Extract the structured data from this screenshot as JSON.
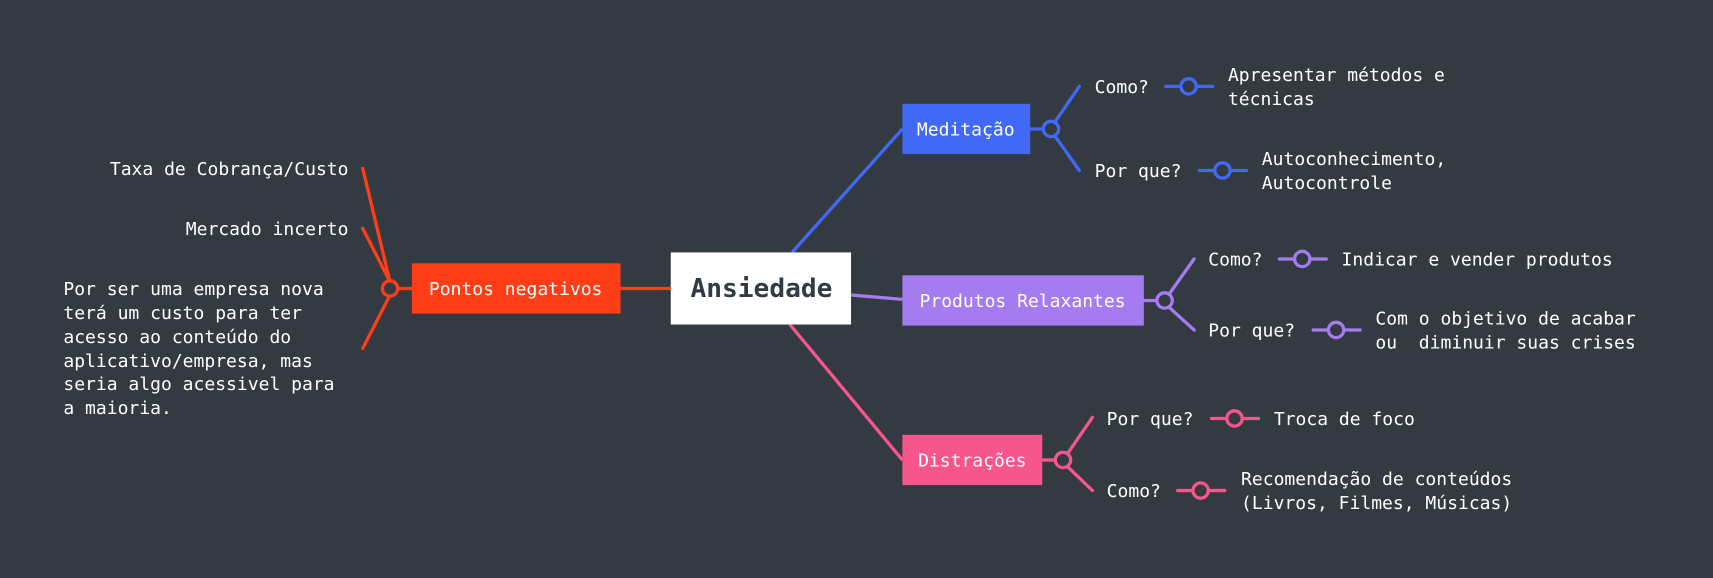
{
  "central": {
    "label": "Ansiedade",
    "bg": "#ffffff",
    "text_color": "#343a42"
  },
  "background": "#343a42",
  "branches": {
    "negativos": {
      "label": "Pontos negativos",
      "color": "#ff3e17",
      "items": [
        {
          "text": "Taxa de Cobrança/Custo"
        },
        {
          "text": "Mercado incerto"
        },
        {
          "lines": [
            "Por ser uma empresa nova",
            "terá um custo para ter",
            "acesso ao conteúdo do",
            "aplicativo/empresa, mas",
            "seria algo acessivel para",
            "a maioria."
          ]
        }
      ]
    },
    "meditacao": {
      "label": "Meditação",
      "color": "#4169f5",
      "children": [
        {
          "question": "Como?",
          "answer_lines": [
            "Apresentar métodos e",
            "técnicas"
          ]
        },
        {
          "question": "Por que?",
          "answer_lines": [
            "Autoconhecimento,",
            "Autocontrole"
          ]
        }
      ]
    },
    "produtos": {
      "label": "Produtos Relaxantes",
      "color": "#a57cf0",
      "children": [
        {
          "question": "Como?",
          "answer_lines": [
            "Indicar e vender produtos"
          ]
        },
        {
          "question": "Por que?",
          "answer_lines": [
            "Com o objetivo de acabar",
            "ou  diminuir suas crises"
          ]
        }
      ]
    },
    "distracoes": {
      "label": "Distrações",
      "color": "#f7568c",
      "children": [
        {
          "question": "Por que?",
          "answer_lines": [
            "Troca de foco"
          ]
        },
        {
          "question": "Como?",
          "answer_lines": [
            "Recomendação de conteúdos",
            "(Livros, Filmes, Músicas)"
          ]
        }
      ]
    }
  }
}
